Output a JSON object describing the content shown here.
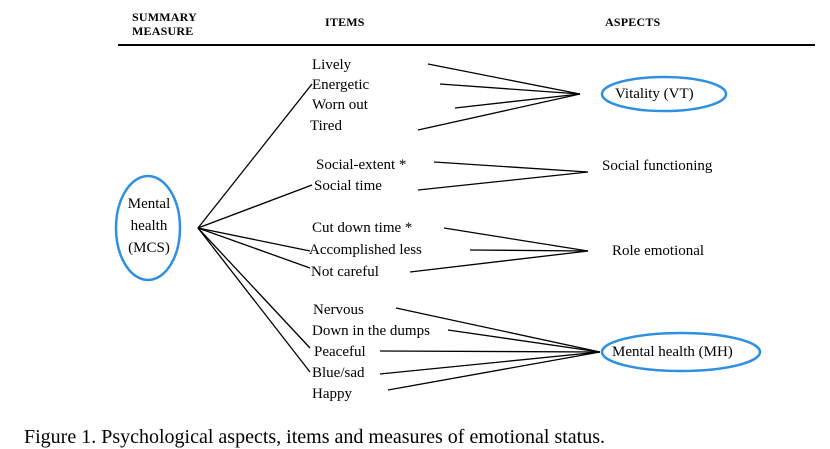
{
  "headers": {
    "summary_measure_line1": "SUMMARY",
    "summary_measure_line2": "MEASURE",
    "items": "ITEMS",
    "aspects": "ASPECTS"
  },
  "summary": {
    "line1": "Mental",
    "line2": "health",
    "line3": "(MCS)"
  },
  "groups": [
    {
      "items": [
        "Lively",
        "Energetic",
        "Worn out",
        "Tired"
      ],
      "aspect": "Vitality (VT)",
      "aspect_circled": true
    },
    {
      "items": [
        "Social-extent *",
        "Social time"
      ],
      "aspect": "Social functioning",
      "aspect_circled": false
    },
    {
      "items": [
        "Cut down time *",
        "Accomplished less",
        "Not careful"
      ],
      "aspect": "Role emotional",
      "aspect_circled": false
    },
    {
      "items": [
        "Nervous",
        "Down in the dumps",
        "Peaceful",
        "Blue/sad",
        "Happy"
      ],
      "aspect": "Mental health (MH)",
      "aspect_circled": true
    }
  ],
  "caption": "Figure 1.  Psychological aspects, items and measures of emotional status.",
  "colors": {
    "ellipse_stroke": "#2f8fe0",
    "line_stroke": "#000000"
  }
}
